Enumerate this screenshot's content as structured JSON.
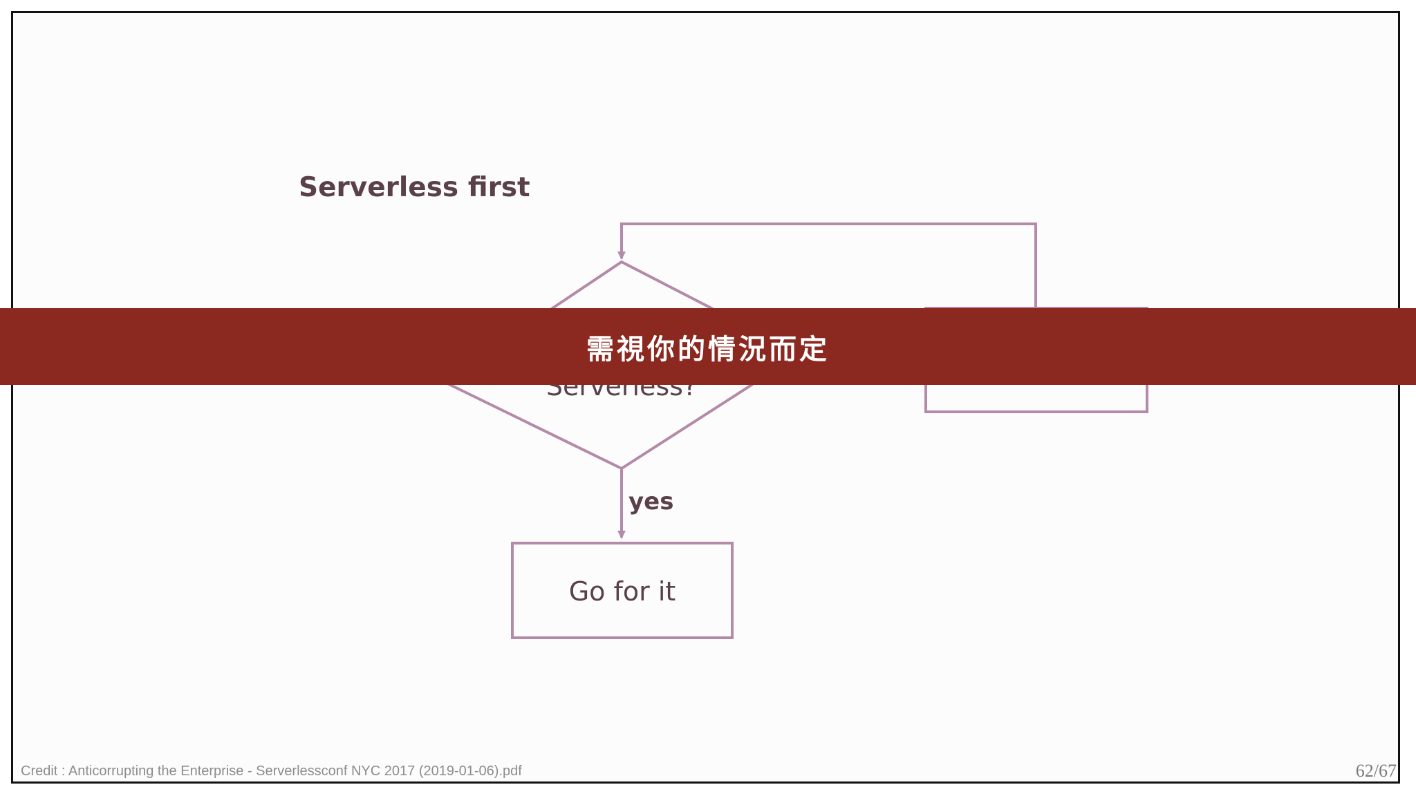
{
  "slide": {
    "title": "Serverless first",
    "decision_text": "Serverless?",
    "decision_yes_label": "yes",
    "action_text": "Go for it"
  },
  "banner": {
    "text": "需視你的情況而定"
  },
  "footer": {
    "credit": "Credit : Anticorrupting the Enterprise - Serverlessconf NYC 2017 (2019-01-06).pdf",
    "page_number": "62/67"
  },
  "colors": {
    "diagram_stroke": "#b38aa8",
    "diagram_text": "#5a4049",
    "banner_background": "#8b2820",
    "banner_text": "#ffffff",
    "frame_border": "#111111"
  }
}
